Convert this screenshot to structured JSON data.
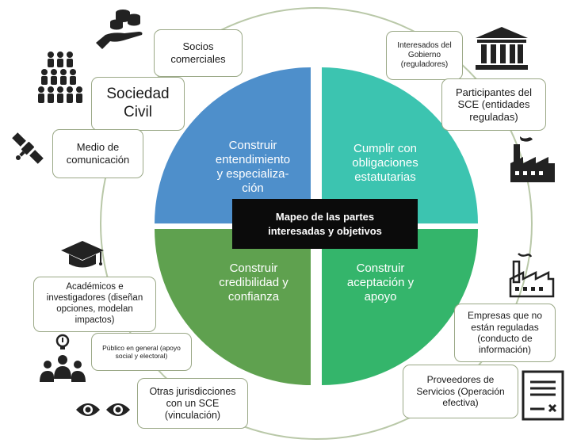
{
  "center": {
    "line1": "Mapeo de las partes",
    "line2": "interesadas y objetivos"
  },
  "quadrants": [
    {
      "lines": [
        "Construir",
        "entendimiento",
        "y especializa-",
        "ción"
      ],
      "color": "#4e8fcb"
    },
    {
      "lines": [
        "Cumplir con",
        "obligaciones",
        "estatutarias"
      ],
      "color": "#3cc4b0"
    },
    {
      "lines": [
        "Construir",
        "credibilidad y",
        "confianza"
      ],
      "color": "#5fa14f"
    },
    {
      "lines": [
        "Construir",
        "aceptación y",
        "apoyo"
      ],
      "color": "#34b56b"
    }
  ],
  "stakeholders": {
    "socios": [
      "Socios",
      "comerciales"
    ],
    "sociedad": [
      "Sociedad",
      "Civil"
    ],
    "medio": [
      "Medio de",
      "comunicación"
    ],
    "academicos": [
      "Académicos e",
      "investigadores (diseñan",
      "opciones, modelan",
      "impactos)"
    ],
    "publico": [
      "Público en general (apoyo",
      "social y electoral)"
    ],
    "otras": [
      "Otras jurisdicciones",
      "con un SCE",
      "(vinculación)"
    ],
    "gobierno": [
      "Interesados del",
      "Gobierno",
      "(reguladores)"
    ],
    "participantes": [
      "Participantes del",
      "SCE (entidades",
      "reguladas)"
    ],
    "empresas": [
      "Empresas que no",
      "están reguladas",
      "(conducto de",
      "información)"
    ],
    "proveedores": [
      "Proveedores de",
      "Servicios (Operación",
      "efectiva)"
    ]
  },
  "icons": {
    "coins_hand": "coins-hand-icon",
    "crowd": "crowd-icon",
    "satellite": "satellite-icon",
    "graduation_cap": "graduation-cap-icon",
    "public_group": "people-idea-icon",
    "eyes": "eyes-icon",
    "government": "government-building-icon",
    "factory_regulated": "factory-icon",
    "factory_unregulated": "factory-outline-icon",
    "contract": "contract-document-icon"
  }
}
